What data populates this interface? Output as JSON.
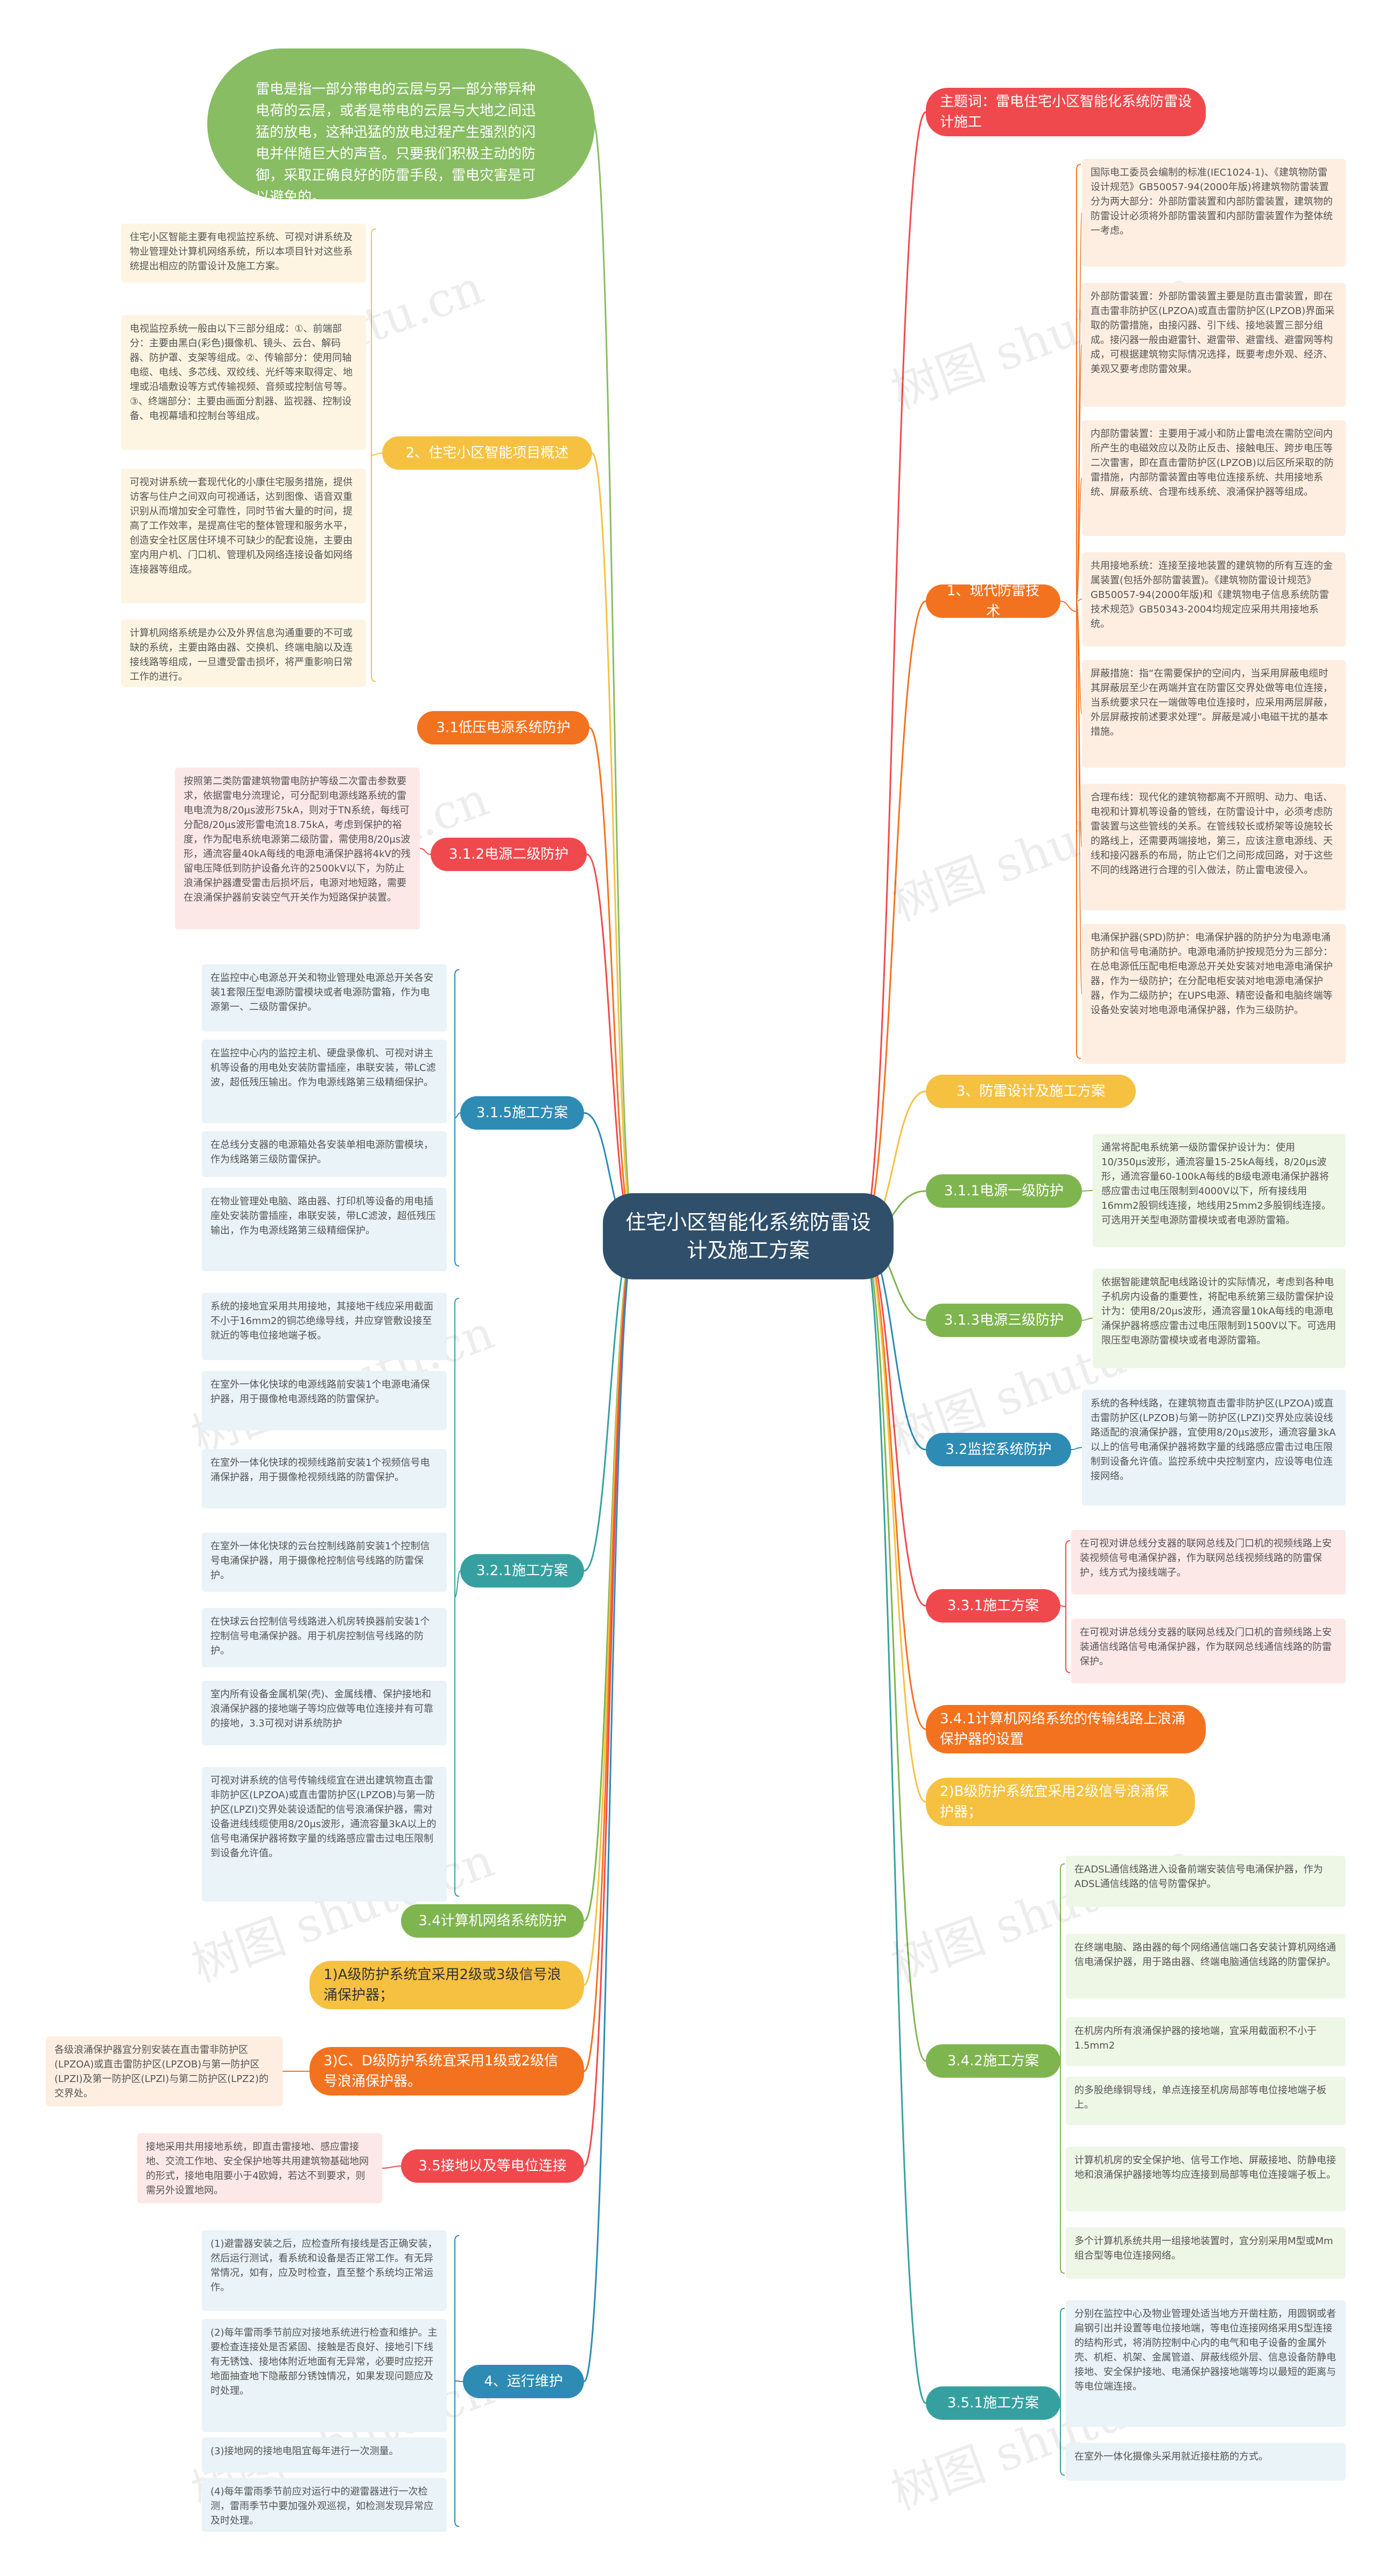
{
  "colors": {
    "center": "#2f4f6b",
    "red": "#f0494d",
    "orange": "#f3721f",
    "yellow": "#f6c141",
    "green": "#7fb54f",
    "teal": "#36a0a0",
    "blue": "#2d8bb4",
    "cloud": "#88bd63",
    "pink_bg": "#fde8e8",
    "yellow_bg": "#fdf5e2",
    "blue_bg": "#e9f3f8",
    "green_bg": "#eef6e6",
    "orange_bg": "#feeee2"
  },
  "center": "住宅小区智能化系统防雷设计及施工方案",
  "cloud": "雷电是指一部分带电的云层与另一部分带异种电荷的云层，或者是带电的云层与大地之间迅猛的放电，这种迅猛的放电过程产生强烈的闪电并伴随巨大的声音。只要我们积极主动的防御，采取正确良好的防雷手段，雷电灾害是可以避免的。",
  "watermark": "树图 shutu.cn",
  "right": {
    "theme": "主题词：雷电住宅小区智能化系统防雷设计施工",
    "modern": {
      "label": "1、现代防雷技术",
      "notes": [
        "国际电工委员会编制的标准(IEC1024-1)、《建筑物防雷设计规范》GB50057-94(2000年版)将建筑物防雷装置分为两大部分：外部防雷装置和内部防雷装置，建筑物的防雷设计必须将外部防雷装置和内部防雷装置作为整体统一考虑。",
        "外部防雷装置：外部防雷装置主要是防直击雷装置，即在直击雷非防护区(LPZOA)或直击雷防护区(LPZOB)界面采取的防雷措施，由接闪器、引下线、接地装置三部分组成。接闪器一般由避雷针、避雷带、避雷线、避雷网等构成，可根据建筑物实际情况选择，既要考虑外观、经济、美观又要考虑防雷效果。",
        "内部防雷装置：主要用于减小和防止雷电流在需防空间内所产生的电磁效应以及防止反击、接触电压、跨步电压等二次雷害，即在直击雷防护区(LPZOB)以后区所采取的防雷措施，内部防雷装置由等电位连接系统、共用接地系统、屏蔽系统、合理布线系统、浪涌保护器等组成。",
        "共用接地系统：连接至接地装置的建筑物的所有互连的金属装置(包括外部防雷装置)。《建筑物防雷设计规范》GB50057-94(2000年版)和《建筑物电子信息系统防雷技术规范》GB50343-2004均规定应采用共用接地系统。",
        "屏蔽措施：指“在需要保护的空间内，当采用屏蔽电缆时其屏蔽层至少在两端并宜在防雷区交界处做等电位连接，当系统要求只在一端做等电位连接时，应采用两层屏蔽，外层屏蔽按前述要求处理”。屏蔽是减小电磁干扰的基本措施。",
        "合理布线：现代化的建筑物都离不开照明、动力、电话、电视和计算机等设备的管线，在防雷设计中，必须考虑防雷装置与这些管线的关系。在管线较长或桥架等设施较长的路线上，还需要两端接地，第三，应该注意电源线、天线和接闪器系的布局，防止它们之间形成回路，对于这些不同的线路进行合理的引入做法，防止雷电波侵入。",
        "电涌保护器(SPD)防护：电涌保护器的防护分为电源电涌防护和信号电涌防护。电源电涌防护按规范分为三部分：在总电源低压配电柜电源总开关处安装对地电源电涌保护器，作为一级防护；在分配电柜安装对地电源电涌保护器，作为二级防护；在UPS电源、精密设备和电脑终端等设备处安装对地电源电涌保护器，作为三级防护。"
      ]
    },
    "design": {
      "label": "3、防雷设计及施工方案"
    },
    "l1": {
      "label": "3.1.1电源一级防护",
      "note": "通常将配电系统第一级防雷保护设计为：使用10/350μs波形，通流容量15-25kA每线，8/20μs波形，通流容量60-100kA每线的B级电源电涌保护器将感应雷击过电压限制到4000V以下，所有接线用16mm2股铜线连接，地线用25mm2多股铜线连接。可选用开关型电源防雷模块或者电源防雷箱。"
    },
    "l3": {
      "label": "3.1.3电源三级防护",
      "note": "依据智能建筑配电线路设计的实际情况，考虑到各种电子机房内设备的重要性，将配电系统第三级防雷保护设计为：使用8/20μs波形，通流容量10kA每线的电源电涌保护器将感应雷击过电压限制到1500V以下。可选用限压型电源防雷模块或者电源防雷箱。"
    },
    "monitor": {
      "label": "3.2监控系统防护",
      "note": "系统的各种线路，在建筑物直击雷非防护区(LPZOA)或直击雷防护区(LPZOB)与第一防护区(LPZI)交界处应装设线路适配的浪涌保护器，宜使用8/20μs波形，通流容量3kA以上的信号电涌保护器将数字量的线路感应雷击过电压限制到设备允许值。监控系统中央控制室内，应设等电位连接网络。"
    },
    "c331": {
      "label": "3.3.1施工方案",
      "notes": [
        "在可视对讲总线分支器的联网总线及门口机的视频线路上安装视频信号电涌保护器，作为联网总线视频线路的防雷保护，线方式为接线端子。",
        "在可视对讲总线分支器的联网总线及门口机的音频线路上安装通信线路信号电涌保护器，作为联网总线通信线路的防雷保护。"
      ]
    },
    "c341": {
      "label": "3.4.1计算机网络系统的传输线路上浪涌保护器的设置"
    },
    "c2b": {
      "label": "2)B级防护系统宜采用2级信号浪涌保护器；"
    },
    "c342": {
      "label": "3.4.2施工方案",
      "notes": [
        "在ADSL通信线路进入设备前端安装信号电涌保护器，作为ADSL通信线路的信号防雷保护。",
        "在终端电脑、路由器的每个网络通信端口各安装计算机网络通信电涌保护器，用于路由器、终端电脑通信线路的防雷保护。",
        "在机房内所有浪涌保护器的接地端，宜采用截面积不小于1.5mm2",
        "的多股绝缘铜导线，单点连接至机房局部等电位接地端子板上。",
        "计算机机房的安全保护地、信号工作地、屏蔽接地、防静电接地和浪涌保护器接地等均应连接到局部等电位连接端子板上。",
        "多个计算机系统共用一组接地装置时，宜分别采用M型或Mm组合型等电位连接网络。"
      ]
    },
    "c351": {
      "label": "3.5.1施工方案",
      "notes": [
        "分别在监控中心及物业管理处适当地方开凿柱筋，用圆钢或者扁钢引出并设置等电位接地端，等电位连接网络采用S型连接的结构形式，将消防控制中心内的电气和电子设备的金属外壳、机柜、机架、金属管道、屏蔽线缆外层、信息设备防静电接地、安全保护接地、电涌保护器接地端等均以最短的距离与等电位端连接。",
        "在室外一体化摄像头采用就近接柱筋的方式。"
      ]
    }
  },
  "left": {
    "intro": {
      "label": "2、住宅小区智能项目概述",
      "notes": [
        "住宅小区智能主要有电视监控系统、可视对讲系统及物业管理处计算机网络系统，所以本项目针对这些系统提出相应的防雷设计及施工方案。",
        "电视监控系统一般由以下三部分组成：①、前端部分：主要由黑白(彩色)摄像机、镜头、云台、解码器、防护罩、支架等组成。②、传输部分：使用同轴电缆、电线、多芯线、双绞线、光纤等来取得定、地埋或沿墙敷设等方式传输视频、音频或控制信号等。③、终端部分：主要由画面分割器、监视器、控制设备、电视幕墙和控制台等组成。",
        "可视对讲系统一套现代化的小康住宅服务措施，提供访客与住户之间双向可视通话，达到图像、语音双重识别从而增加安全可靠性，同时节省大量的时间，提高了工作效率，是提高住宅的整体管理和服务水平，创造安全社区居住环境不可缺少的配套设施，主要由室内用户机、门口机、管理机及网络连接设备如网络连接器等组成。",
        "计算机网络系统是办公及外界信息沟通重要的不可或缺的系统，主要由路由器、交换机、终端电脑以及连接线路等组成，一旦遭受雷击损坏，将严重影响日常工作的进行。"
      ]
    },
    "low31": {
      "label": "3.1低压电源系统防护"
    },
    "l312": {
      "label": "3.1.2电源二级防护",
      "note": "按照第二类防雷建筑物雷电防护等级二次雷击参数要求，依据雷电分流理论，可分配到电源线路系统的雷电电流为8/20μs波形75kA，则对于TN系统，每线可分配8/20μs波形雷电流18.75kA，考虑到保护的裕度，作为配电系统电源第二级防雷，需使用8/20μs波形，通流容量40kA每线的电源电涌保护器将4kV的残留电压降低到防护设备允许的2500kV以下，为防止浪涌保护器遭受雷击后损坏后，电源对地短路，需要在浪涌保护器前安装空气开关作为短路保护装置。"
    },
    "c315": {
      "label": "3.1.5施工方案",
      "notes": [
        "在监控中心电源总开关和物业管理处电源总开关各安装1套限压型电源防雷模块或者电源防雷箱，作为电源第一、二级防雷保护。",
        "在监控中心内的监控主机、硬盘录像机、可视对讲主机等设备的用电处安装防雷插座，串联安装，带LC滤波，超低残压输出。作为电源线路第三级精细保护。",
        "在总线分支器的电源箱处各安装单相电源防雷模块，作为线路第三级防雷保护。",
        "在物业管理处电脑、路由器、打印机等设备的用电插座处安装防雷插座，串联安装，带LC滤波，超低残压输出，作为电源线路第三级精细保护。"
      ]
    },
    "c321": {
      "label": "3.2.1施工方案",
      "notes": [
        "系统的接地宜采用共用接地，其接地干线应采用截面不小于16mm2的铜芯绝缘导线，并应穿管敷设接至就近的等电位接地端子板。",
        "在室外一体化快球的电源线路前安装1个电源电涌保护器，用于摄像枪电源线路的防雷保护。",
        "在室外一体化快球的视频线路前安装1个视频信号电涌保护器，用于摄像枪视频线路的防雷保护。",
        "在室外一体化快球的云台控制线路前安装1个控制信号电涌保护器，用于摄像枪控制信号线路的防雷保护。",
        "在快球云台控制信号线路进入机房转换器前安装1个控制信号电涌保护器。用于机房控制信号线路的防护。",
        "室内所有设备金属机架(壳)、金属线槽、保护接地和浪涌保护器的接地端子等均应做等电位连接并有可靠的接地，3.3可视对讲系统防护",
        "可视对讲系统的信号传输线缆宜在进出建筑物直击雷非防护区(LPZOA)或直击雷防护区(LPZOB)与第一防护区(LPZI)交界处装设适配的信号浪涌保护器，需对设备进线线缆使用8/20μs波形，通流容量3kA以上的信号电涌保护器将数字量的线路感应雷击过电压限制到设备允许值。"
      ]
    },
    "c34": {
      "label": "3.4计算机网络系统防护"
    },
    "c1a": {
      "label": "1)A级防护系统宜采用2级或3级信号浪涌保护器；"
    },
    "c3cd": {
      "label": "3)C、D级防护系统宜采用1级或2级信号浪涌保护器。",
      "note": "各级浪涌保护器宜分别安装在直击雷非防护区(LPZOA)或直击雷防护区(LPZOB)与第一防护区(LPZI)及第一防护区(LPZI)与第二防护区(LPZ2)的交界处。"
    },
    "c35": {
      "label": "3.5接地以及等电位连接",
      "note": "接地采用共用接地系统，即直击雷接地、感应雷接地、交流工作地、安全保护地等共用建筑物基础地网的形式，接地电阻要小于4欧姆，若达不到要求，则需另外设置地网。"
    },
    "c4": {
      "label": "4、运行维护",
      "notes": [
        "(1)避雷器安装之后，应检查所有接线是否正确安装，然后运行测试，看系统和设备是否正常工作。有无异常情况，如有，应及时检查，直至整个系统均正常运作。",
        "(2)每年雷雨季节前应对接地系统进行检查和维护。主要检查连接处是否紧固、接触是否良好、接地引下线有无锈蚀、接地体附近地面有无异常，必要时应挖开地面抽查地下隐蔽部分锈蚀情况，如果发现问题应及时处理。",
        "(3)接地网的接地电阻宜每年进行一次测量。",
        "(4)每年雷雨季节前应对运行中的避雷器进行一次检测，雷雨季节中要加强外观巡视，如检测发现异常应及时处理。"
      ]
    }
  }
}
